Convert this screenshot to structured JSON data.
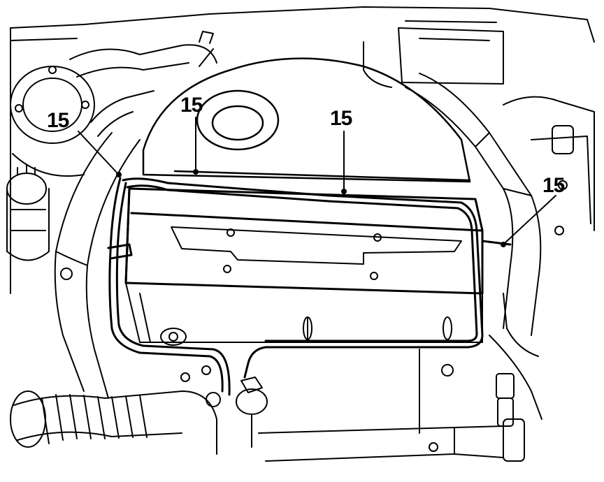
{
  "colors": {
    "ink": "#000000",
    "paper": "#ffffff"
  },
  "callouts": [
    {
      "label": "15"
    },
    {
      "label": "15"
    },
    {
      "label": "15"
    },
    {
      "label": "15"
    }
  ],
  "icons": [
    "engine-bay-line-drawing",
    "wiring-harness",
    "leader-line"
  ]
}
